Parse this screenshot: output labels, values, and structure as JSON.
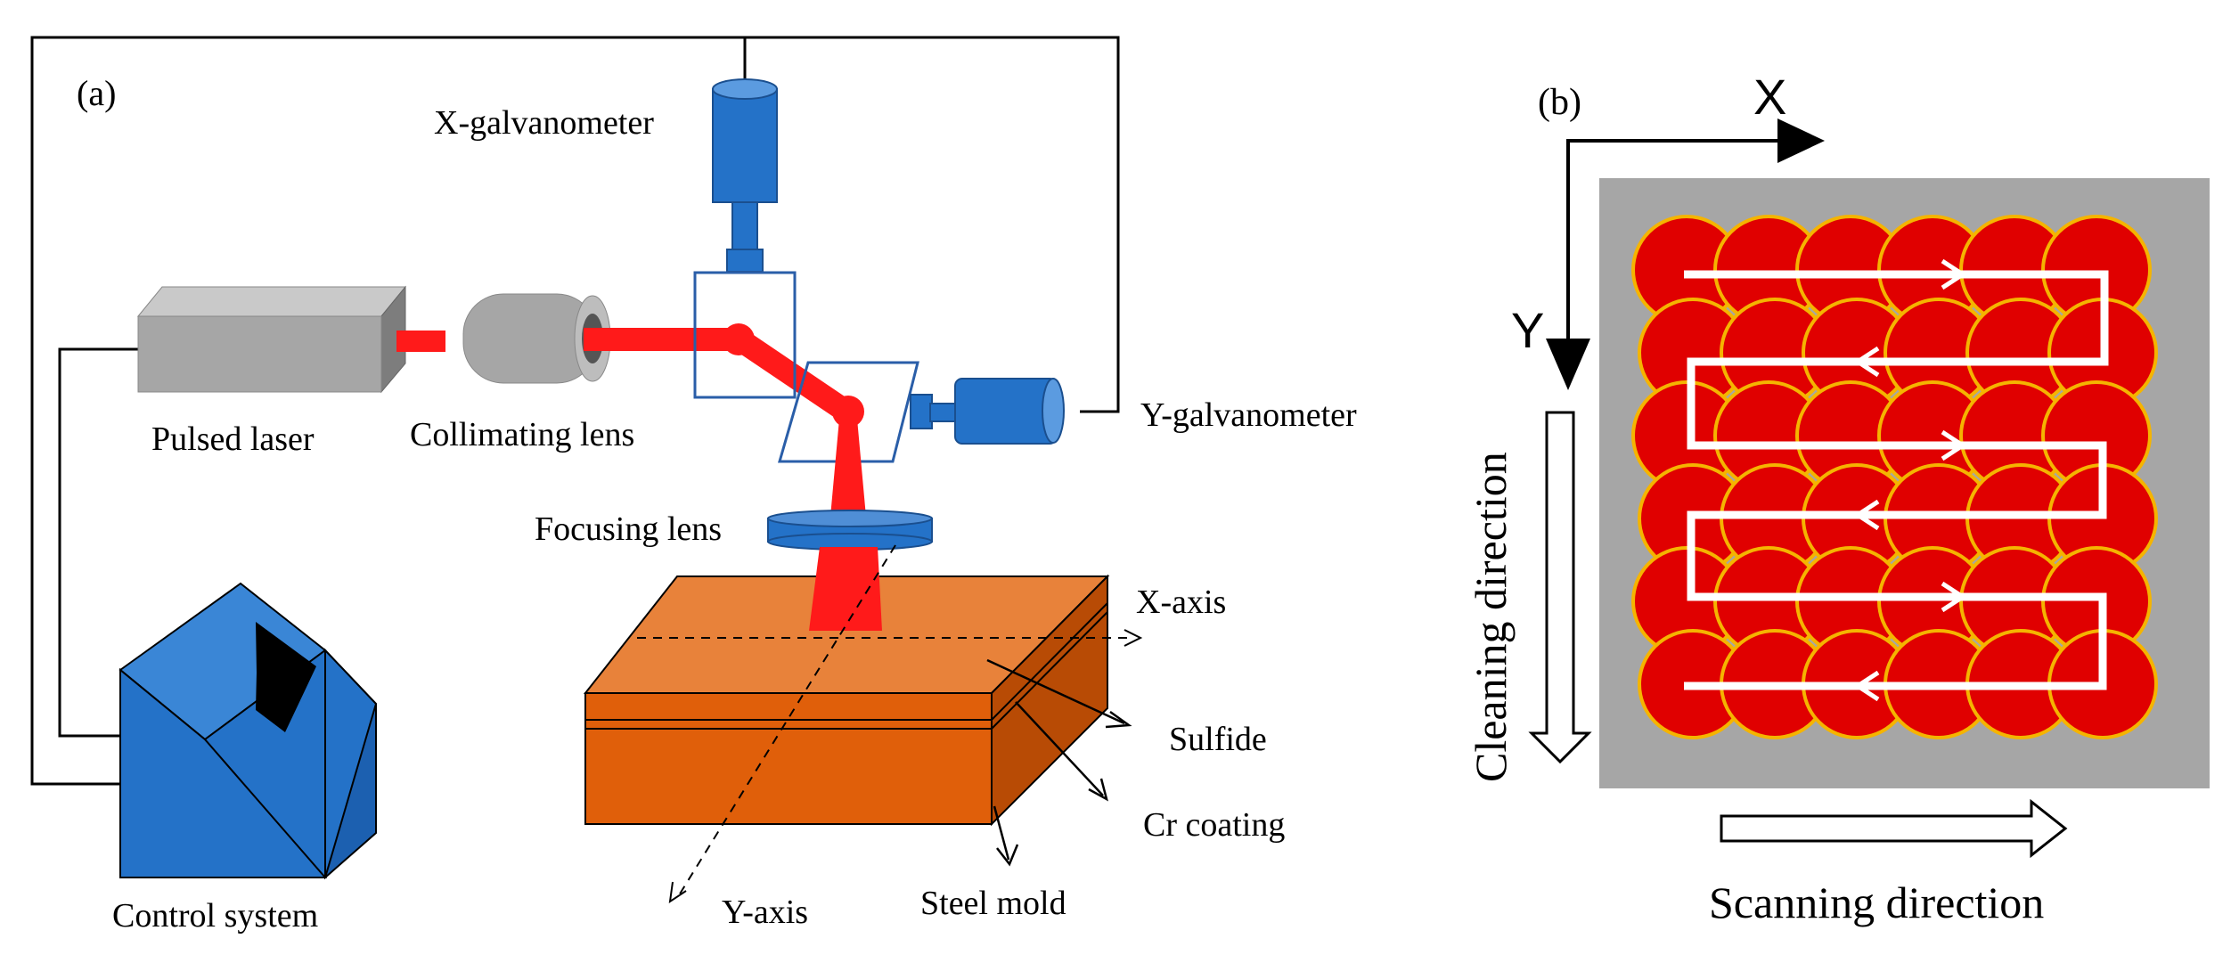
{
  "panel_a": {
    "tag": "(a)",
    "labels": {
      "x_galvanometer": "X-galvanometer",
      "y_galvanometer": "Y-galvanometer",
      "pulsed_laser": "Pulsed laser",
      "collimating_lens": "Collimating lens",
      "focusing_lens": "Focusing lens",
      "control_system": "Control system",
      "x_axis": "X-axis",
      "y_axis": "Y-axis",
      "sulfide": "Sulfide",
      "cr_coating": "Cr coating",
      "steel_mold": "Steel mold"
    }
  },
  "panel_b": {
    "tag": "(b)",
    "axis_x": "X",
    "axis_y": "Y",
    "cleaning_direction": "Cleaning direction",
    "scanning_direction": "Scanning direction",
    "spot_grid": {
      "rows": 6,
      "cols": 6
    }
  },
  "colors": {
    "laser_red": "#ff1a1a",
    "galvo_blue": "#2472c8",
    "laser_gray": "#a6a6a6",
    "mold_orange": "#e05f0a",
    "spot_red": "#e00000",
    "spot_edge": "#f5b400",
    "scan_bg": "#a6a6a6"
  }
}
